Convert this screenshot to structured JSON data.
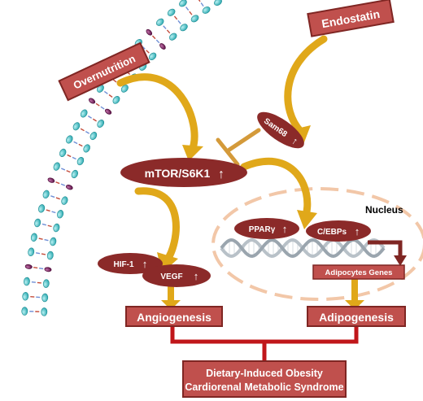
{
  "colors": {
    "box_fill": "#c0504d",
    "box_border": "#7f2623",
    "oval_fill": "#8b2a29",
    "arrow_gold": "#e0a81a",
    "tbar": "#d49a3a",
    "connector_red": "#c0161a",
    "head_teal": "#3fbfc4",
    "head_purple": "#7a1f5c",
    "tail_red": "#c44b3a",
    "tail_blue": "#6f8fd6",
    "nucleus_dash": "#f2c7a8"
  },
  "labels": {
    "endostatin": "Endostatin",
    "overnutrition": "Overnutrition",
    "sam68": "Sam68",
    "mtor": "mTOR/S6K1",
    "nucleus": "Nucleus",
    "ppar": "PPARγ",
    "cebps": "C/EBPs",
    "hif": "HIF-1",
    "vegf": "VEGF",
    "adipocytes_genes": "Adipocytes Genes",
    "angiogenesis": "Angiogenesis",
    "adipogenesis": "Adipogenesis",
    "outcome_line1": "Dietary-Induced Obesity",
    "outcome_line2": "Cardiorenal Metabolic Syndrome"
  },
  "up_arrow": "↑"
}
